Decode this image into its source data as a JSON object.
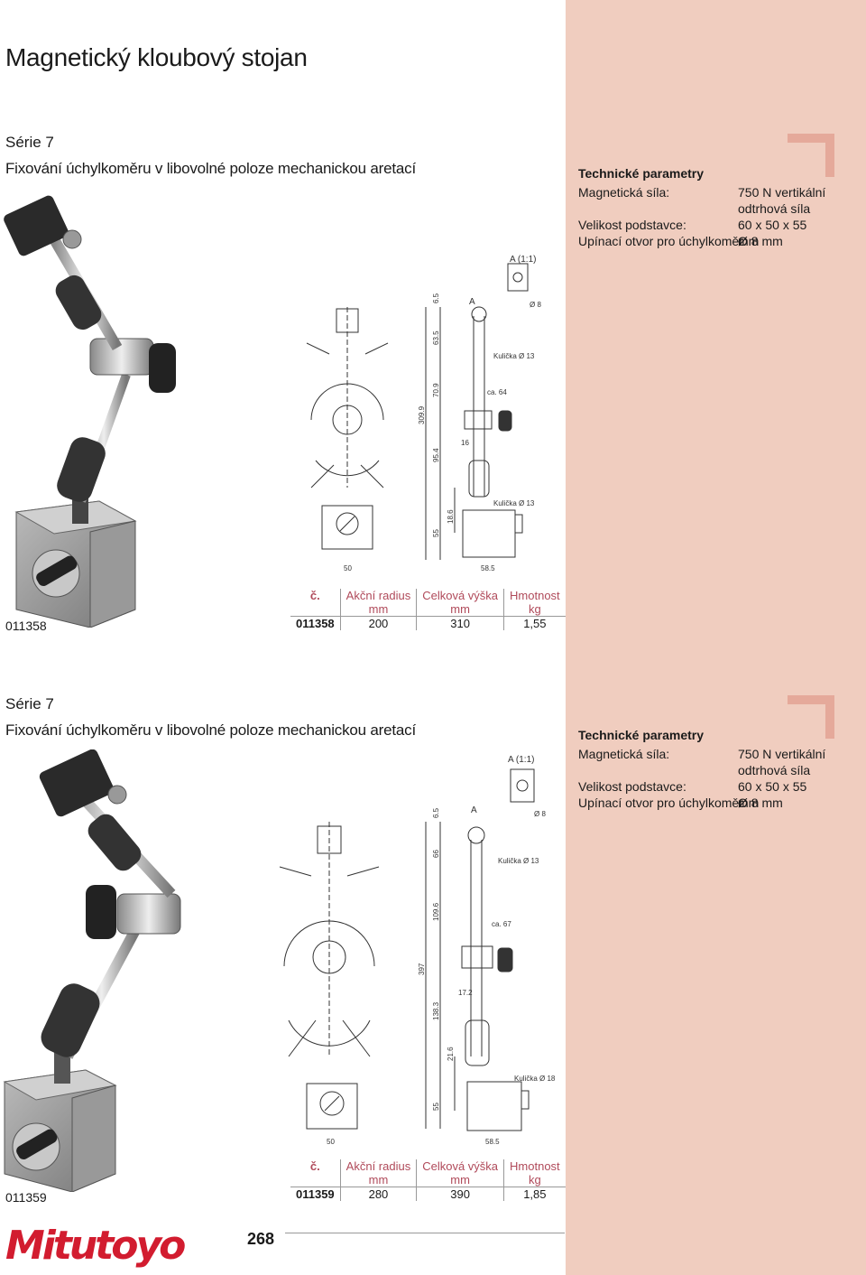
{
  "page": {
    "title": "Magnetický kloubový stojan",
    "page_number": "268",
    "brand": "Mitutoyo"
  },
  "products": [
    {
      "series": "Série 7",
      "subtitle": "Fixování úchylkoměru v libovolné poloze mechanickou aretací",
      "code": "011358",
      "specs": {
        "title": "Technické parametry",
        "rows": [
          {
            "label": "Magnetická síla:",
            "value": "750 N vertikální odtrhová síla"
          },
          {
            "label": "Velikost podstavce:",
            "value": "60 x 50 x 55 mm"
          },
          {
            "label": "Upínací otvor pro úchylkoměr:",
            "value": "Ø 8 mm"
          }
        ]
      },
      "table": {
        "headers": [
          "č.",
          "Akční radius",
          "Celková výška",
          "Hmotnost"
        ],
        "units": [
          "",
          "mm",
          "mm",
          "kg"
        ],
        "row": [
          "011358",
          "200",
          "310",
          "1,55"
        ]
      },
      "drawing": {
        "detail_label": "A (1:1)",
        "view_label": "A",
        "bore": "Ø 8",
        "ball_top": "Kulička Ø 13",
        "ball_bottom": "Kulička Ø 13",
        "reach": "ca. 64",
        "offset": "16",
        "base_width": "50",
        "base_depth": "58.5",
        "dims": [
          "6.5",
          "63.5",
          "70.9",
          "309.9",
          "95.4",
          "18.6",
          "55"
        ]
      }
    },
    {
      "series": "Série 7",
      "subtitle": "Fixování úchylkoměru v libovolné poloze mechanickou aretací",
      "code": "011359",
      "specs": {
        "title": "Technické parametry",
        "rows": [
          {
            "label": "Magnetická síla:",
            "value": "750 N vertikální odtrhová síla"
          },
          {
            "label": "Velikost podstavce:",
            "value": "60 x 50 x 55 mm"
          },
          {
            "label": "Upínací otvor pro úchylkoměr:",
            "value": "Ø 8 mm"
          }
        ]
      },
      "table": {
        "headers": [
          "č.",
          "Akční radius",
          "Celková výška",
          "Hmotnost"
        ],
        "units": [
          "",
          "mm",
          "mm",
          "kg"
        ],
        "row": [
          "011359",
          "280",
          "390",
          "1,85"
        ]
      },
      "drawing": {
        "detail_label": "A (1:1)",
        "view_label": "A",
        "bore": "Ø 8",
        "ball_top": "Kulička Ø 13",
        "ball_bottom": "Kulička Ø 18",
        "reach": "ca. 67",
        "offset": "17.2",
        "base_width": "50",
        "base_depth": "58.5",
        "dims": [
          "6.5",
          "66",
          "109.6",
          "397",
          "138.3",
          "21.6",
          "55"
        ]
      }
    }
  ],
  "colors": {
    "side_panel": "#f0cdbf",
    "corner_mark": "#e5a99a",
    "brand_red": "#d21c2f",
    "table_header": "#b04a5a"
  }
}
